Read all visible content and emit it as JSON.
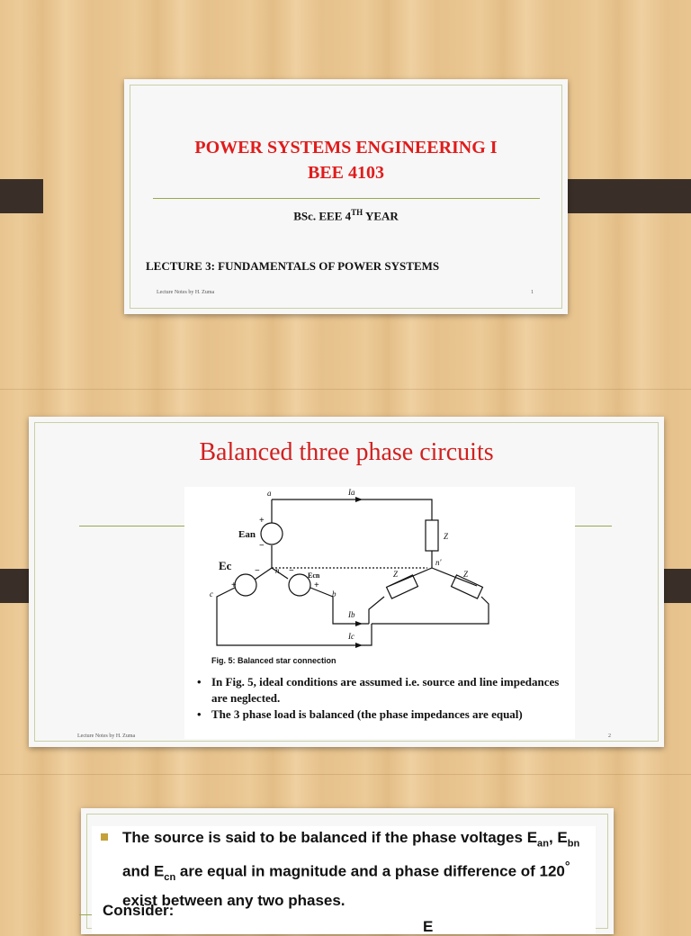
{
  "slide1": {
    "title_line1": "POWER SYSTEMS ENGINEERING I",
    "title_line2": "BEE 4103",
    "subtitle_pre": "BSc. EEE 4",
    "subtitle_sup": "TH",
    "subtitle_post": " YEAR",
    "lecture": "LECTURE 3: FUNDAMENTALS OF POWER SYSTEMS",
    "footer": "Lecture Notes by H. Zuma",
    "page": "1"
  },
  "slide2": {
    "title": "Balanced three phase circuits",
    "figure": {
      "labels": {
        "a": "a",
        "Ia": "Ia",
        "Ean": "Ean",
        "Ec": "Ec",
        "Ecn": "Ecn",
        "n": "n",
        "n_prime": "n'",
        "c": "c",
        "b": "b",
        "Ib": "Ib",
        "Ic": "Ic",
        "Z": "Z",
        "plus": "+",
        "minus": "−"
      },
      "caption": "Fig. 5: Balanced star connection"
    },
    "bullets": [
      "In Fig. 5, ideal conditions are assumed i.e. source and line impedances are neglected.",
      "The 3 phase load is balanced (the phase impedances are equal)"
    ],
    "footer": "Lecture Notes by H. Zuma",
    "page": "2"
  },
  "slide3": {
    "text_1": "The source is said to be balanced if the phase voltages",
    "text_E": "E",
    "sub_an": "an",
    "sep1": ", E",
    "sub_bn": "bn",
    "sep2": " and E",
    "sub_cn": "cn",
    "text_2": " are equal in magnitude and a phase difference of 120",
    "degree": "°",
    "text_3": " exist between any two phases.",
    "consider": "Consider:",
    "E_glyph": "E"
  },
  "colors": {
    "title_red": "#e01c1c",
    "rule_olive": "#9aa84e",
    "tab_brown": "#3a2f28",
    "bullet_gold": "#c4a13a"
  }
}
